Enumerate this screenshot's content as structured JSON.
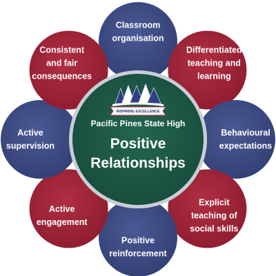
{
  "colors": {
    "navy": "#3e4c86",
    "maroon": "#a4263a",
    "center_green": "#1e5a48",
    "ring": "#c9ced6"
  },
  "center": {
    "logo_icon": "school-trees-logo-icon",
    "logo_ribbon": "INSPIRING EXCELLENCE",
    "school_name": "Pacific Pines State High",
    "title_lines": [
      "Positive",
      "Relationships"
    ]
  },
  "petals": [
    {
      "id": "classroom-organisation",
      "color": "navy",
      "lines": [
        "Classroom",
        "organisation"
      ]
    },
    {
      "id": "differentiated-teaching",
      "color": "maroon",
      "lines": [
        "Differentiated",
        "teaching and",
        "learning"
      ]
    },
    {
      "id": "behavioural-expectations",
      "color": "navy",
      "lines": [
        "Behavioural",
        "expectations"
      ]
    },
    {
      "id": "explicit-teaching",
      "color": "maroon",
      "lines": [
        "Explicit",
        "teaching of",
        "social skills"
      ]
    },
    {
      "id": "positive-reinforcement",
      "color": "navy",
      "lines": [
        "Positive",
        "reinforcement"
      ]
    },
    {
      "id": "active-engagement",
      "color": "maroon",
      "lines": [
        "Active",
        "engagement"
      ]
    },
    {
      "id": "active-supervision",
      "color": "navy",
      "lines": [
        "Active",
        "supervision"
      ]
    },
    {
      "id": "consistent-consequences",
      "color": "maroon",
      "lines": [
        "Consistent",
        "and fair",
        "consequences"
      ]
    }
  ]
}
